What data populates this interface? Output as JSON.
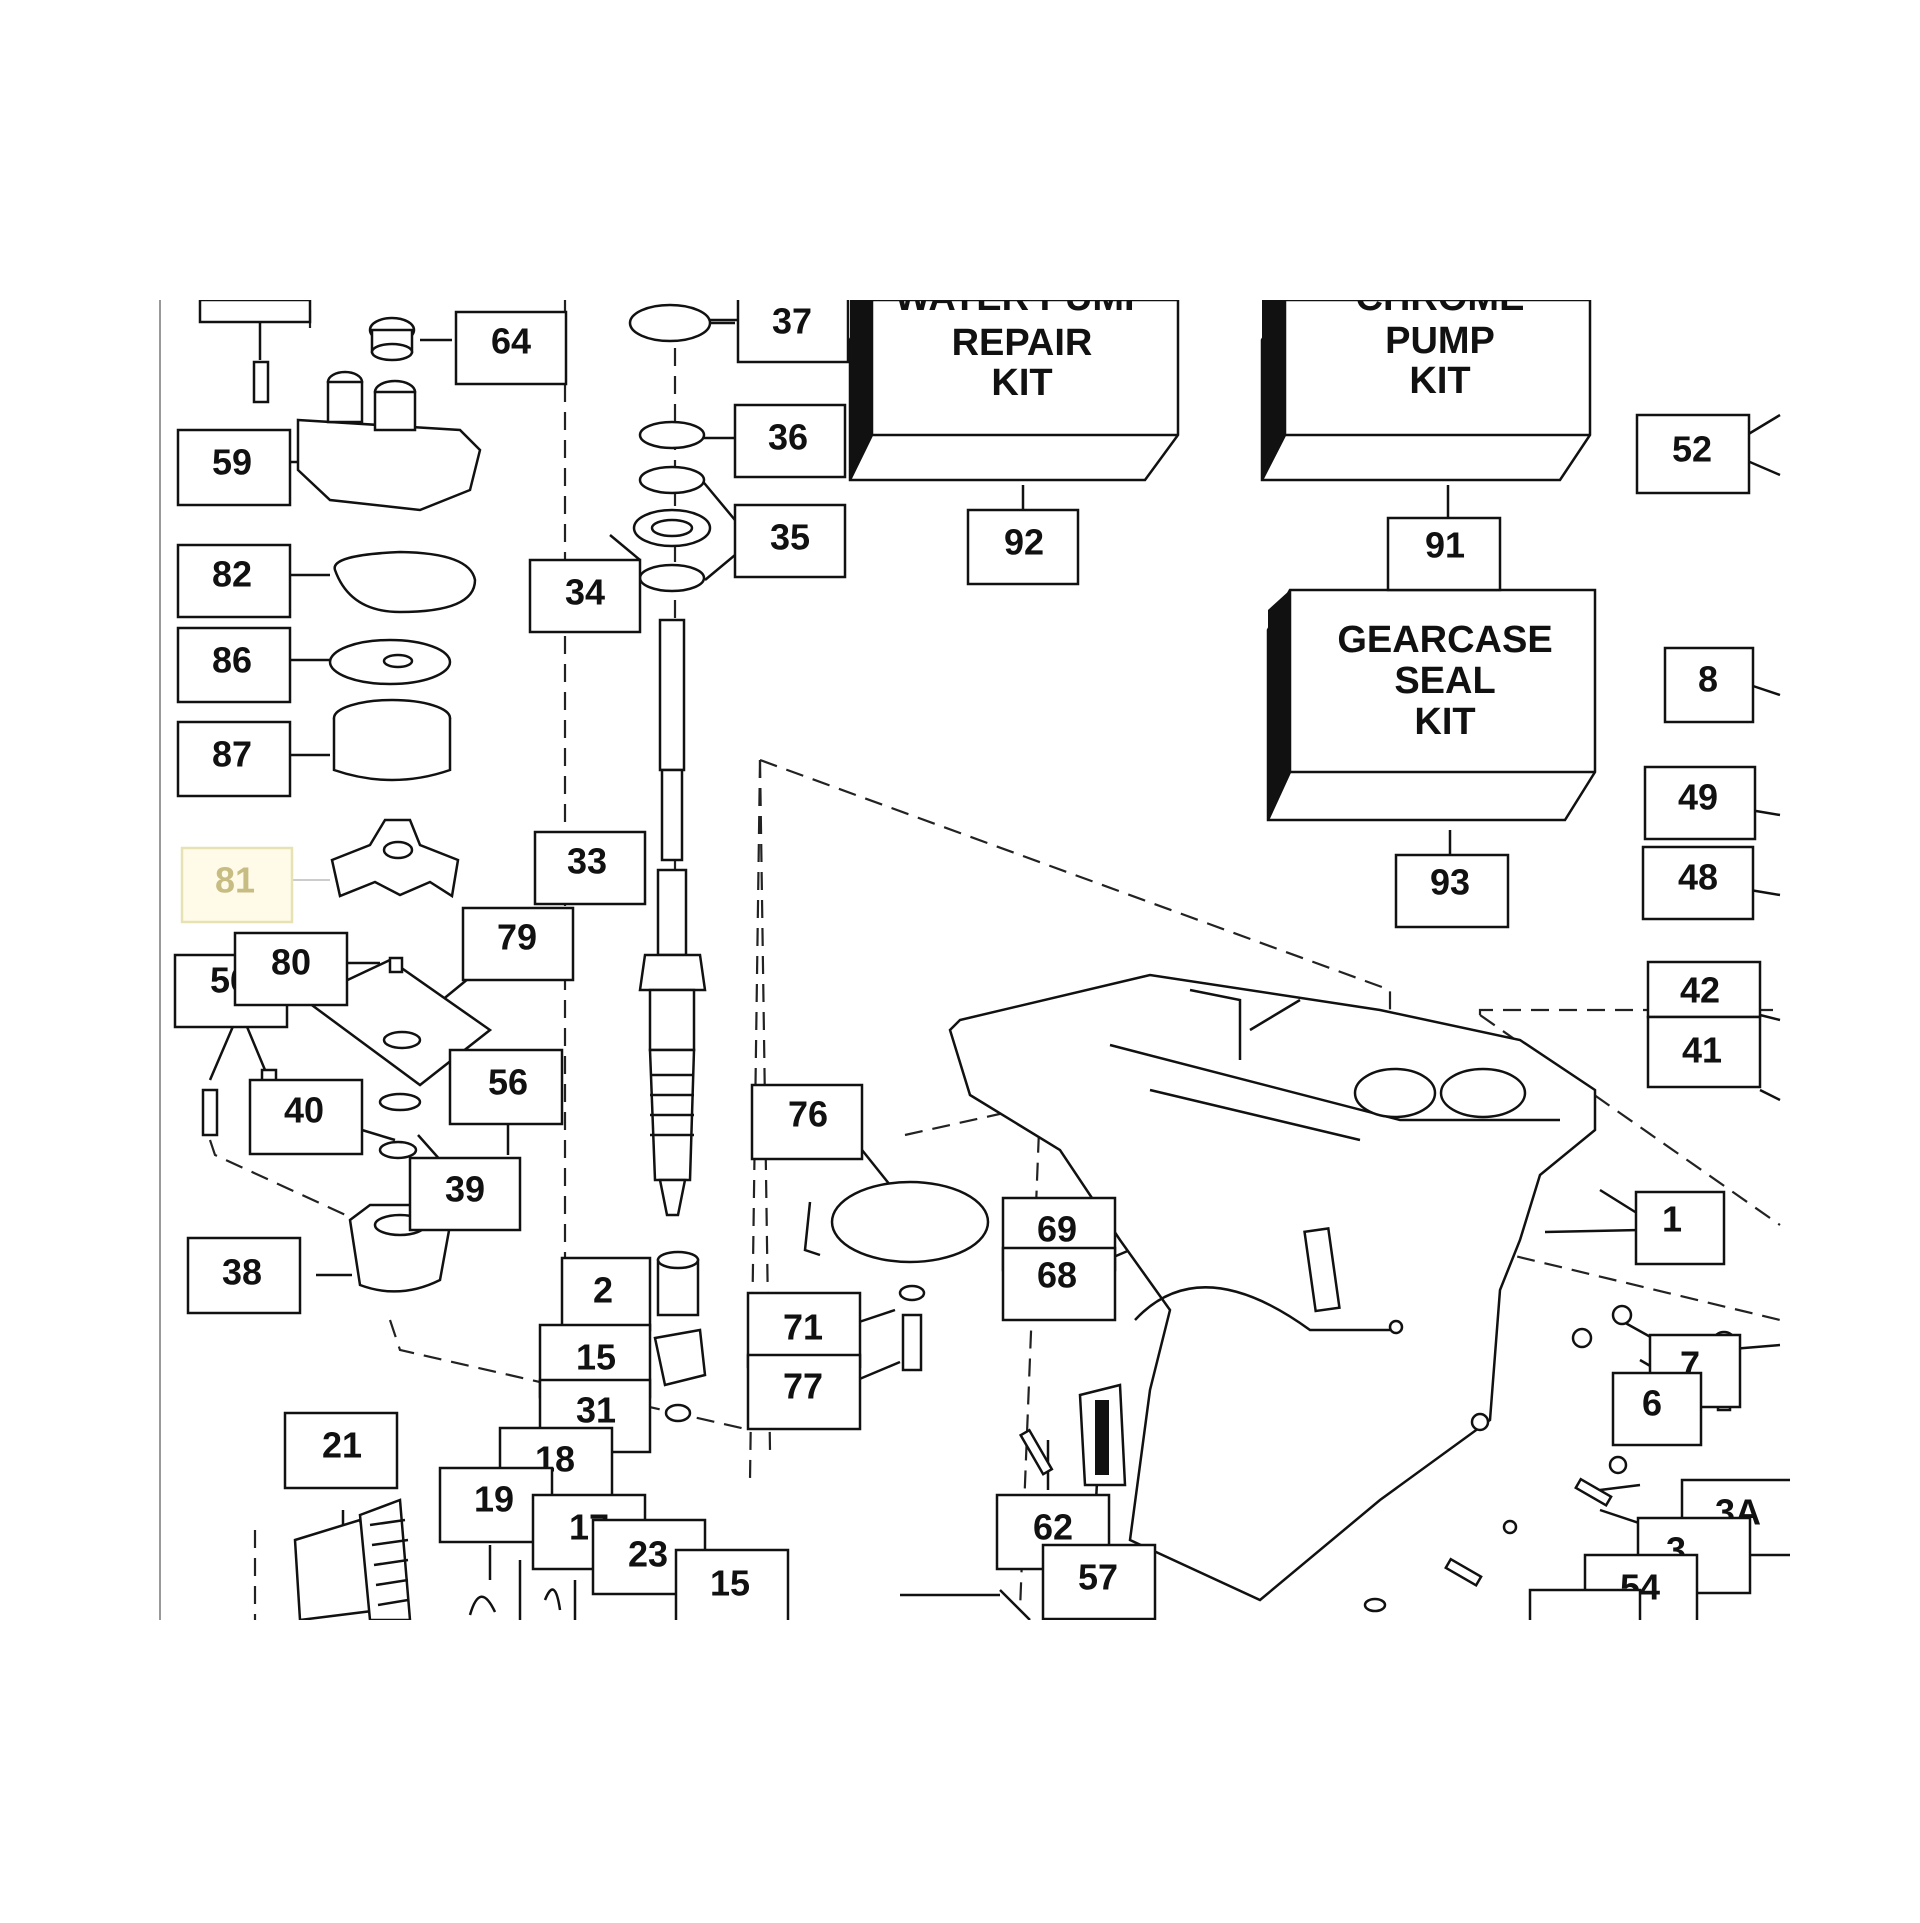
{
  "callouts": [
    {
      "id": "64",
      "label": "64"
    },
    {
      "id": "37",
      "label": "37"
    },
    {
      "id": "36",
      "label": "36"
    },
    {
      "id": "35",
      "label": "35"
    },
    {
      "id": "34",
      "label": "34"
    },
    {
      "id": "59",
      "label": "59"
    },
    {
      "id": "82",
      "label": "82"
    },
    {
      "id": "86",
      "label": "86"
    },
    {
      "id": "87",
      "label": "87"
    },
    {
      "id": "81",
      "label": "81"
    },
    {
      "id": "33",
      "label": "33"
    },
    {
      "id": "79",
      "label": "79"
    },
    {
      "id": "80",
      "label": "80"
    },
    {
      "id": "56a",
      "label": "56"
    },
    {
      "id": "56b",
      "label": "56"
    },
    {
      "id": "40",
      "label": "40"
    },
    {
      "id": "39",
      "label": "39"
    },
    {
      "id": "38",
      "label": "38"
    },
    {
      "id": "2",
      "label": "2"
    },
    {
      "id": "15a",
      "label": "15"
    },
    {
      "id": "31",
      "label": "31"
    },
    {
      "id": "21",
      "label": "21"
    },
    {
      "id": "18",
      "label": "18"
    },
    {
      "id": "19",
      "label": "19"
    },
    {
      "id": "17",
      "label": "17"
    },
    {
      "id": "23",
      "label": "23"
    },
    {
      "id": "15b",
      "label": "15"
    },
    {
      "id": "76",
      "label": "76"
    },
    {
      "id": "71",
      "label": "71"
    },
    {
      "id": "77",
      "label": "77"
    },
    {
      "id": "69",
      "label": "69"
    },
    {
      "id": "68",
      "label": "68"
    },
    {
      "id": "62",
      "label": "62"
    },
    {
      "id": "57",
      "label": "57"
    },
    {
      "id": "92",
      "label": "92"
    },
    {
      "id": "91",
      "label": "91"
    },
    {
      "id": "93",
      "label": "93"
    },
    {
      "id": "52",
      "label": "52"
    },
    {
      "id": "8",
      "label": "8"
    },
    {
      "id": "49",
      "label": "49"
    },
    {
      "id": "48",
      "label": "48"
    },
    {
      "id": "42",
      "label": "42"
    },
    {
      "id": "41",
      "label": "41"
    },
    {
      "id": "1",
      "label": "1"
    },
    {
      "id": "7",
      "label": "7"
    },
    {
      "id": "6",
      "label": "6"
    },
    {
      "id": "3A",
      "label": "3A"
    },
    {
      "id": "3",
      "label": "3"
    },
    {
      "id": "54",
      "label": "54"
    }
  ],
  "kits": {
    "water_pump": [
      "WATER PUMP",
      "REPAIR",
      "KIT"
    ],
    "chrome_pump": [
      "CHROME",
      "PUMP",
      "KIT"
    ],
    "gearcase_seal": [
      "GEARCASE",
      "SEAL",
      "KIT"
    ]
  }
}
